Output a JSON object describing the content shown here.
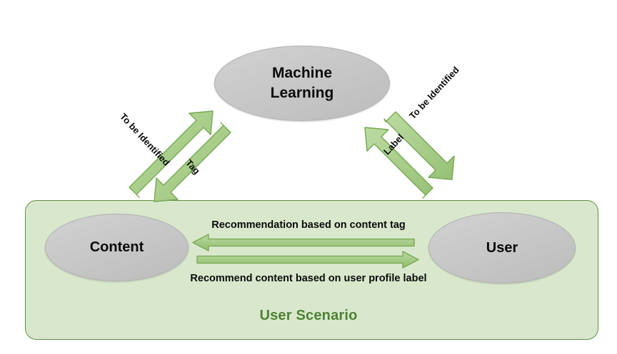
{
  "diagram": {
    "title": "Machine Learning recommendation loop",
    "background_color": "#ffffff",
    "nodes": {
      "machine_learning": "Machine\nLearning",
      "machine_learning_line1": "Machine",
      "machine_learning_line2": "Learning",
      "content": "Content",
      "user": "User"
    },
    "container": {
      "label": "User Scenario",
      "fill_color": "#d9e8cd",
      "border_color": "#5f8d46",
      "label_color": "#4e8234"
    },
    "arrows": {
      "left_up": {
        "label": "To be Identified",
        "from": "Content",
        "to": "Machine Learning",
        "direction": "up-right"
      },
      "left_down": {
        "label": "Tag",
        "from": "Machine Learning",
        "to": "Content",
        "direction": "down-left"
      },
      "right_up": {
        "label": "Label",
        "from": "Machine Learning",
        "to": "User",
        "direction": "up-left"
      },
      "right_down": {
        "label": "To be Identified",
        "from": "User",
        "to": "Machine Learning",
        "direction": "down-right"
      },
      "center_left": {
        "label": "Recommendation based on content tag",
        "from": "User",
        "to": "Content",
        "direction": "left"
      },
      "center_right": {
        "label": "Recommend content based on user profile label",
        "from": "Content",
        "to": "User",
        "direction": "right"
      }
    },
    "colors": {
      "arrow_fill": "#a9ce8b",
      "arrow_stroke": "#76a84f",
      "node_fill": "#c8c8c8",
      "node_text": "#0b0b0b"
    }
  }
}
